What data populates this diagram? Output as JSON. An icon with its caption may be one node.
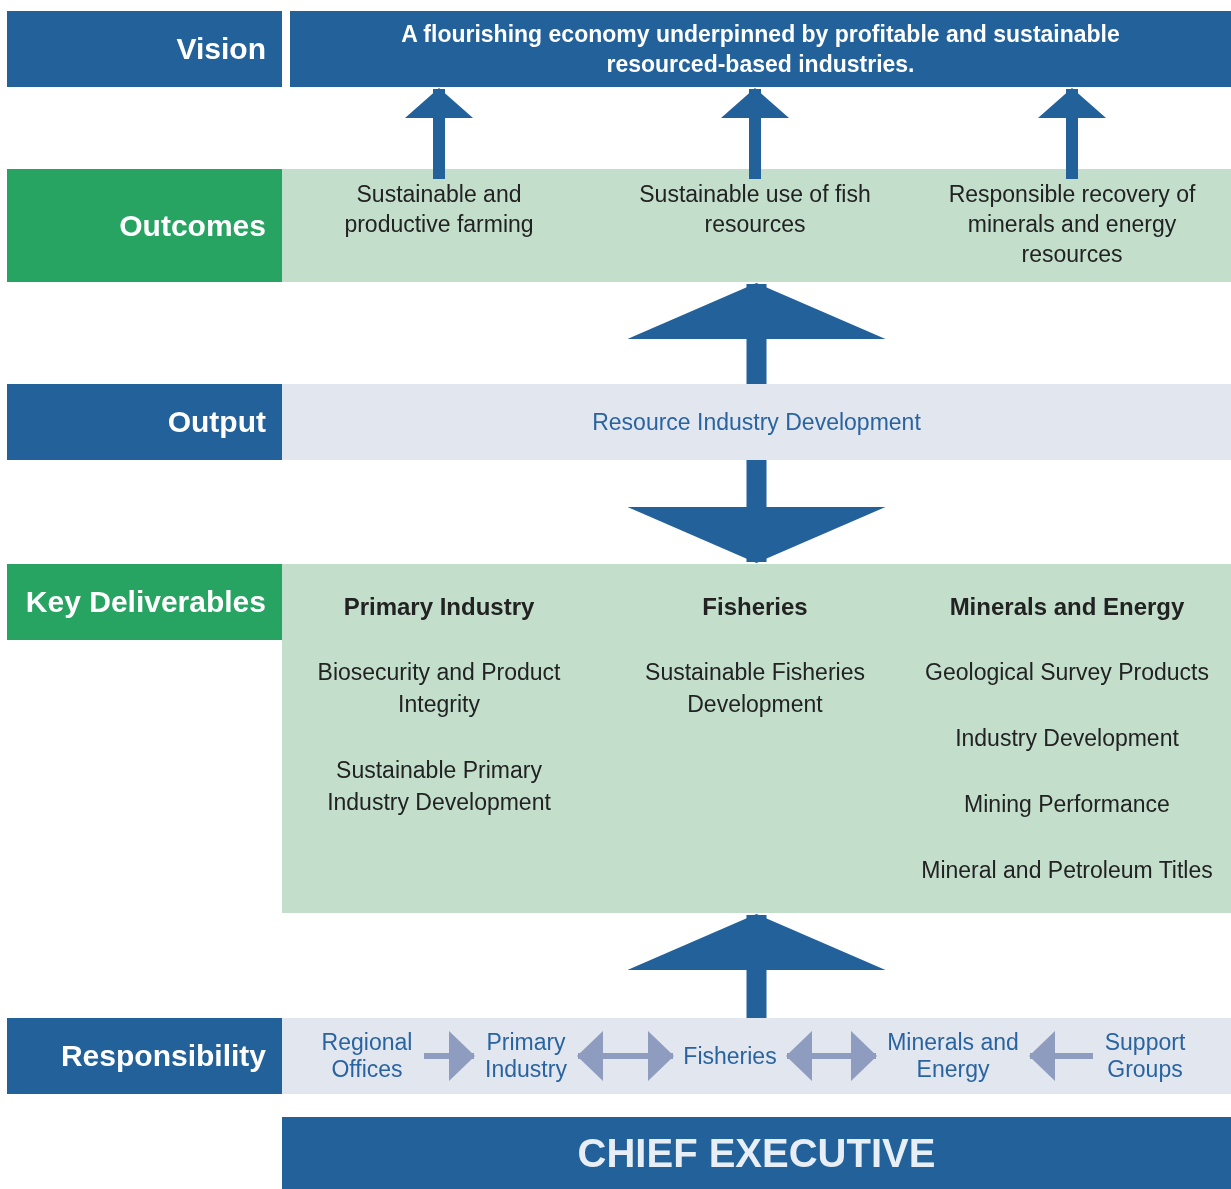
{
  "diagram": {
    "nodes": [
      {
        "text": [
          "Vision"
        ]
      },
      {
        "text": [
          "A flourishing economy underpinned by profitable and sustainable resourced-based industries."
        ]
      },
      {
        "text": [
          "Outcomes"
        ]
      },
      {
        "text": [],
        "shape": "box"
      },
      {
        "text": [
          "Sustainable and productive farming"
        ],
        "in": 3
      },
      {
        "text": [
          "Sustainable use of fish resources"
        ],
        "in": 3
      },
      {
        "text": [
          "Responsible recovery of minerals and energy resources"
        ],
        "in": 3
      },
      {
        "text": [
          "Output"
        ]
      },
      {
        "text": [
          "Resource Industry Development"
        ]
      },
      {
        "text": [
          "Key Deliverables"
        ]
      },
      {
        "text": [],
        "shape": "box"
      },
      {
        "text": [
          "Primary Industry",
          "Biosecurity and Product Integrity",
          "Sustainable Primary Industry Development"
        ],
        "in": 10
      },
      {
        "text": [
          "Fisheries",
          "Sustainable Fisheries Development"
        ],
        "in": 10
      },
      {
        "text": [
          "Minerals and Energy",
          "Geological Survey Products",
          "Industry Development",
          "Mining Performance",
          "Mineral and Petroleum Titles"
        ],
        "in": 10
      },
      {
        "text": [
          "Responsibility"
        ]
      },
      {
        "text": [],
        "shape": "box"
      },
      {
        "text": [
          "Regional Offices"
        ],
        "in": 15
      },
      {
        "text": [
          "Primary Industry"
        ],
        "in": 15
      },
      {
        "text": [
          "Fisheries"
        ],
        "in": 15
      },
      {
        "text": [
          "Minerals and Energy"
        ],
        "in": 15
      },
      {
        "text": [
          "Support Groups"
        ],
        "in": 15
      },
      {
        "text": [
          "CHIEF EXECUTIVE"
        ]
      }
    ],
    "edges": [
      {
        "from": 4,
        "to": 1,
        "arrow": "to"
      },
      {
        "from": 5,
        "to": 1,
        "arrow": "to"
      },
      {
        "from": 6,
        "to": 1,
        "arrow": "to"
      },
      {
        "from": 8,
        "to": 3,
        "arrow": "to"
      },
      {
        "from": 8,
        "to": 10,
        "arrow": "to"
      },
      {
        "from": 15,
        "to": 10,
        "arrow": "to"
      },
      {
        "from": 16,
        "to": 17,
        "arrow": "to",
        "color": "#8e9dbf"
      },
      {
        "from": 17,
        "to": 18,
        "arrow": "both",
        "color": "#8e9dbf"
      },
      {
        "from": 18,
        "to": 19,
        "arrow": "both",
        "color": "#8e9dbf"
      },
      {
        "from": 20,
        "to": 19,
        "arrow": "to",
        "color": "#8e9dbf"
      }
    ]
  }
}
